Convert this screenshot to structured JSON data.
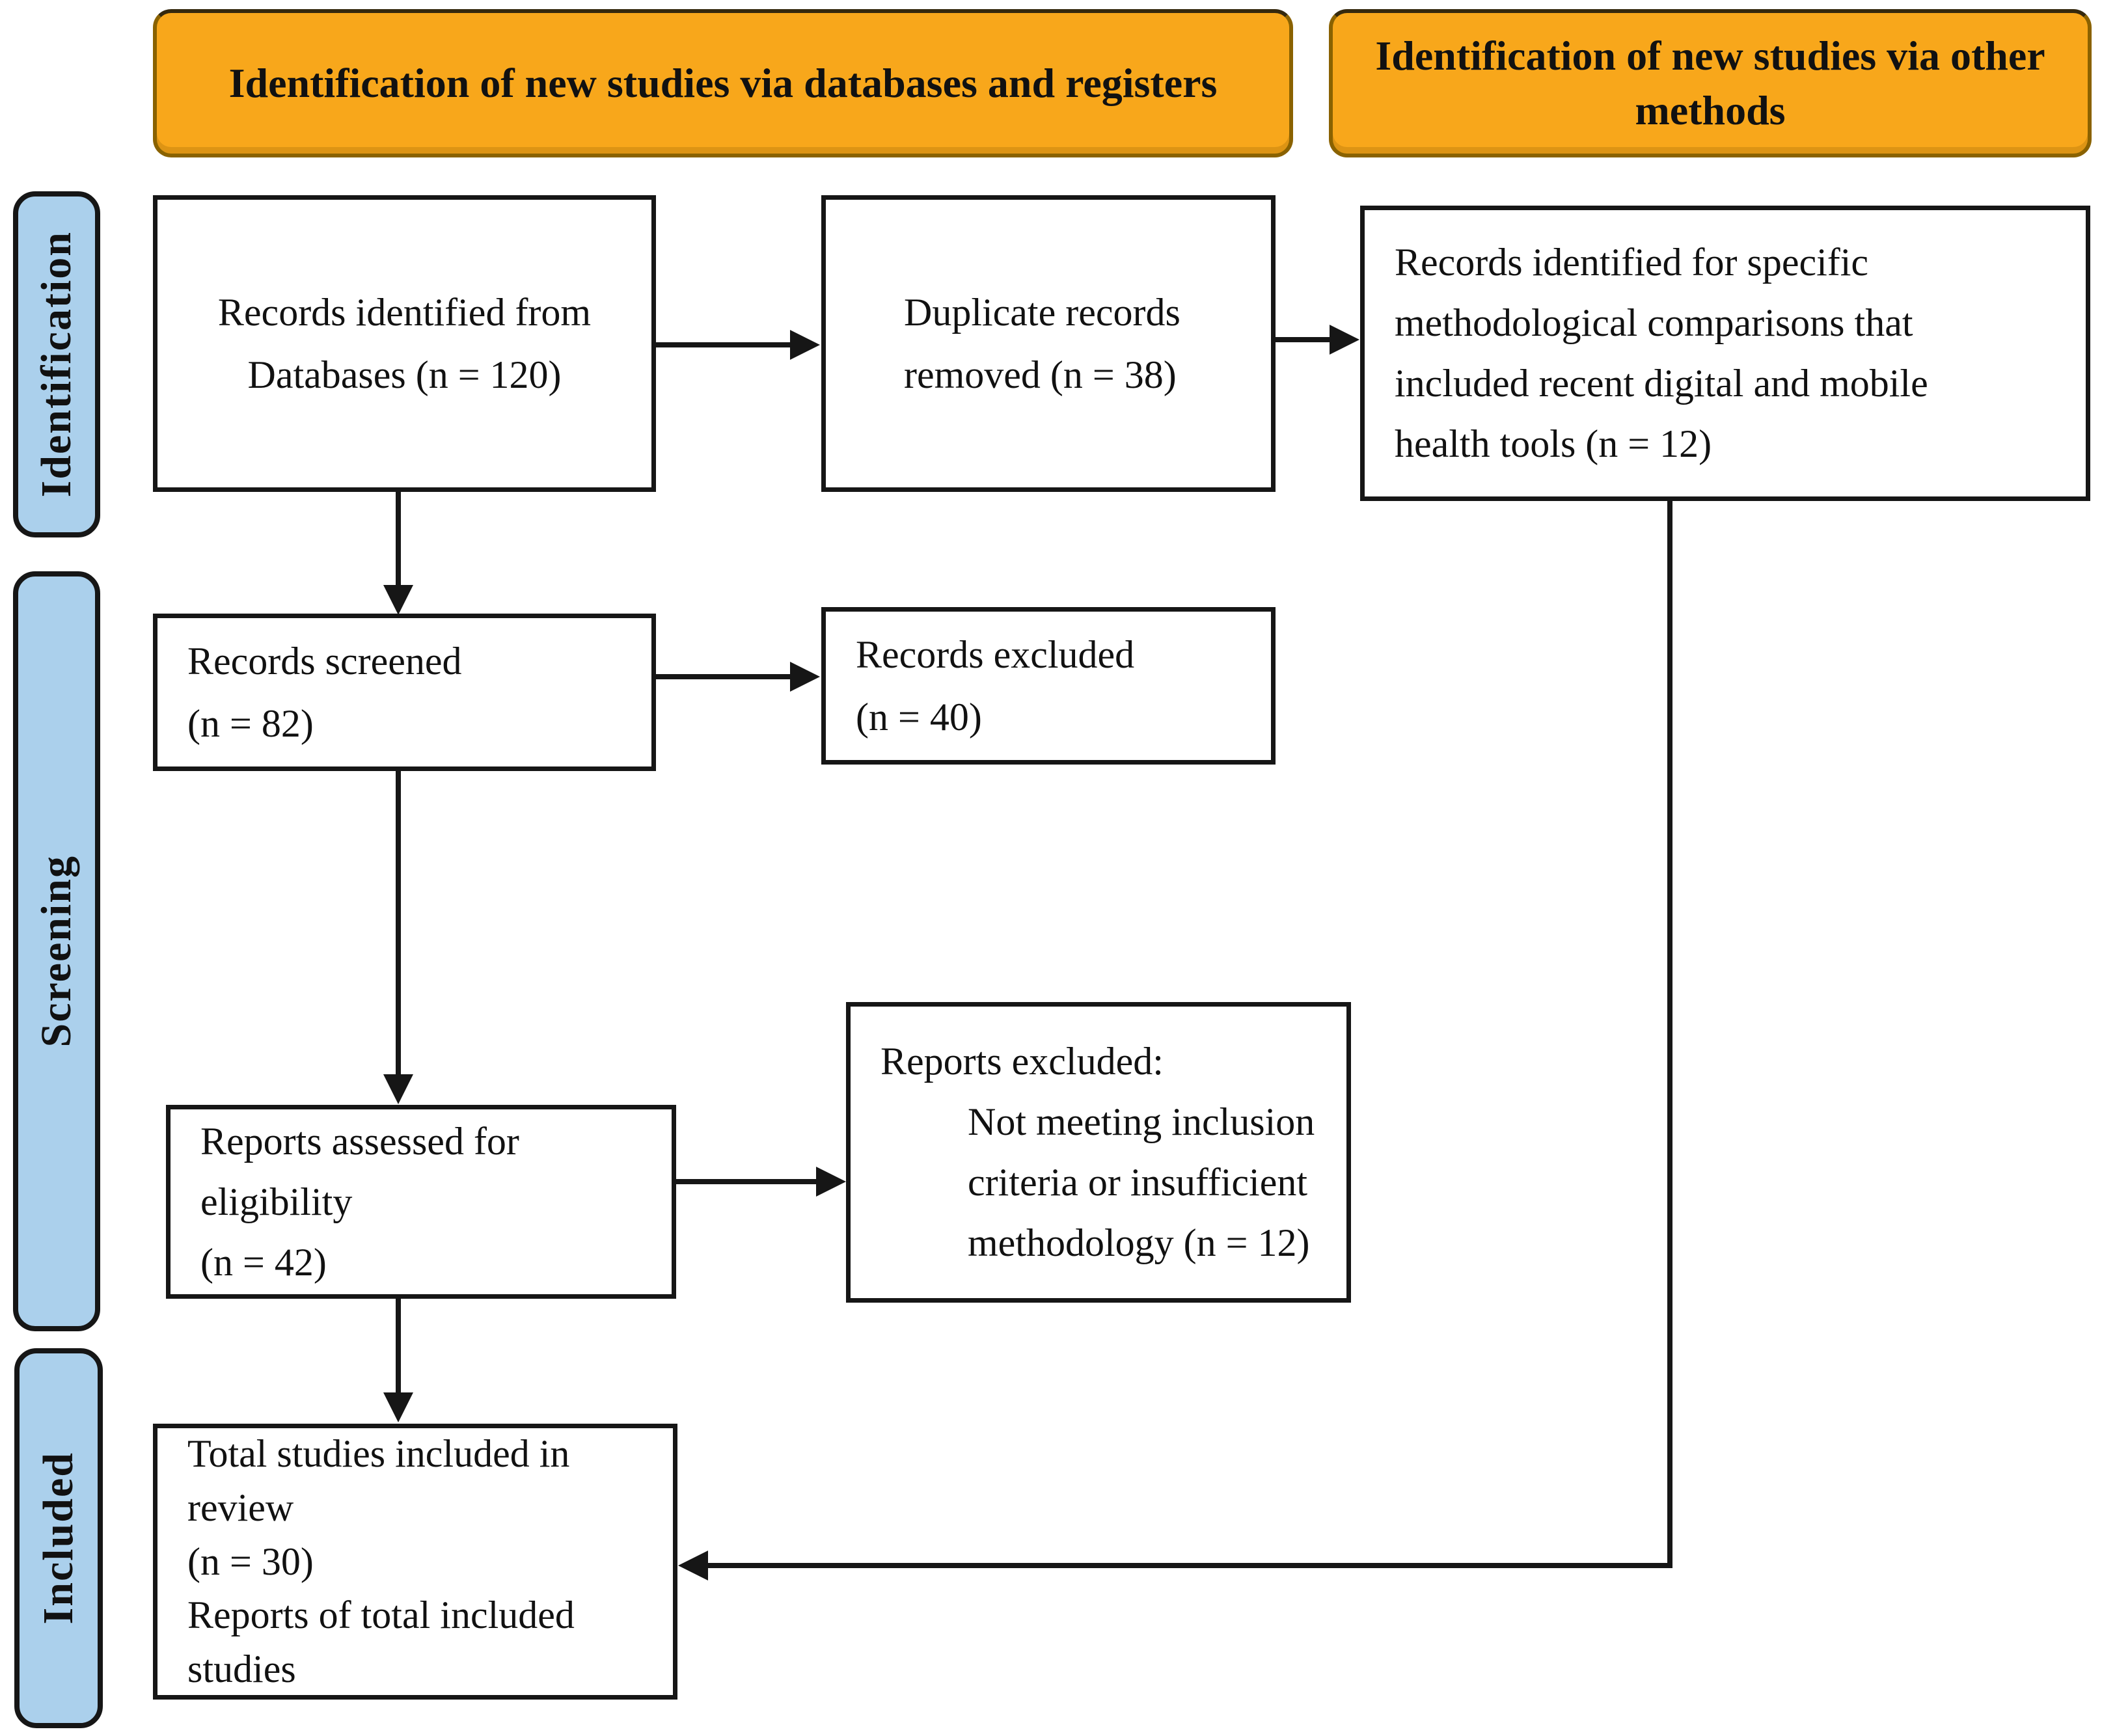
{
  "headers": {
    "databases": "Identification of new studies via databases and registers",
    "other_methods": "Identification of new studies via other methods"
  },
  "stages": {
    "identification": "Identification",
    "screening": "Screening",
    "included": "Included"
  },
  "boxes": {
    "records_identified": {
      "lines": [
        "Records identified from",
        "Databases (n = 120)"
      ]
    },
    "duplicates_removed": {
      "lines": [
        "Duplicate records",
        "removed (n = 38)"
      ]
    },
    "other_method_records": {
      "lines": [
        "Records identified for specific",
        "methodological comparisons that",
        "included recent digital and mobile",
        "health tools (n = 12)"
      ]
    },
    "records_screened": {
      "lines": [
        "Records screened",
        "(n = 82)"
      ]
    },
    "records_excluded": {
      "lines": [
        "Records excluded",
        "(n = 40)"
      ]
    },
    "reports_assessed": {
      "lines": [
        "Reports assessed for",
        "eligibility",
        "(n = 42)"
      ]
    },
    "reports_excluded": {
      "heading": "Reports excluded:",
      "lines": [
        "Not meeting inclusion",
        "criteria or insufficient",
        "methodology (n = 12)"
      ]
    },
    "total_included": {
      "lines": [
        "Total studies included in",
        "review",
        "(n = 30)",
        "Reports of total included",
        "studies"
      ]
    }
  },
  "colors": {
    "background": "#FFFFFF",
    "header_fill": "#F8A71B",
    "header_border": "#8A6200",
    "stage_fill": "#ABD0EC",
    "outline": "#161616"
  }
}
